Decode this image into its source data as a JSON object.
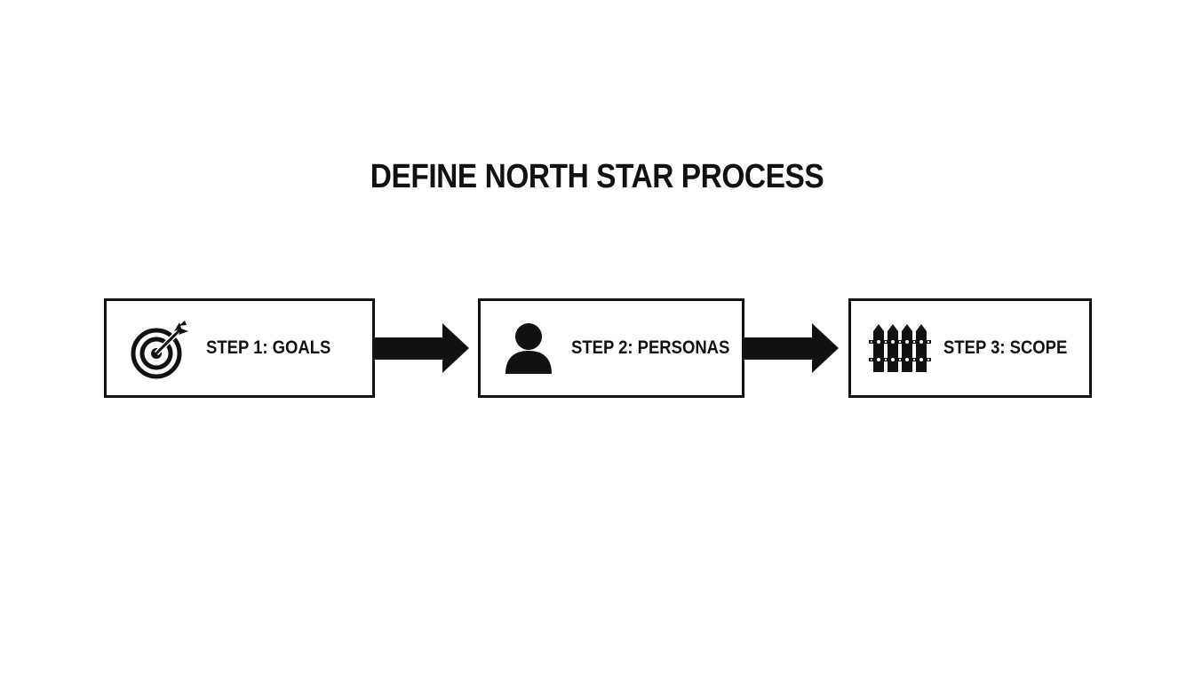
{
  "title": "DEFINE NORTH STAR PROCESS",
  "steps": [
    {
      "label": "STEP 1: GOALS",
      "icon": "target-icon"
    },
    {
      "label": "STEP 2: PERSONAS",
      "icon": "person-icon"
    },
    {
      "label": "STEP 3: SCOPE",
      "icon": "fence-icon"
    }
  ],
  "colors": {
    "stroke": "#111111",
    "background": "#ffffff"
  }
}
